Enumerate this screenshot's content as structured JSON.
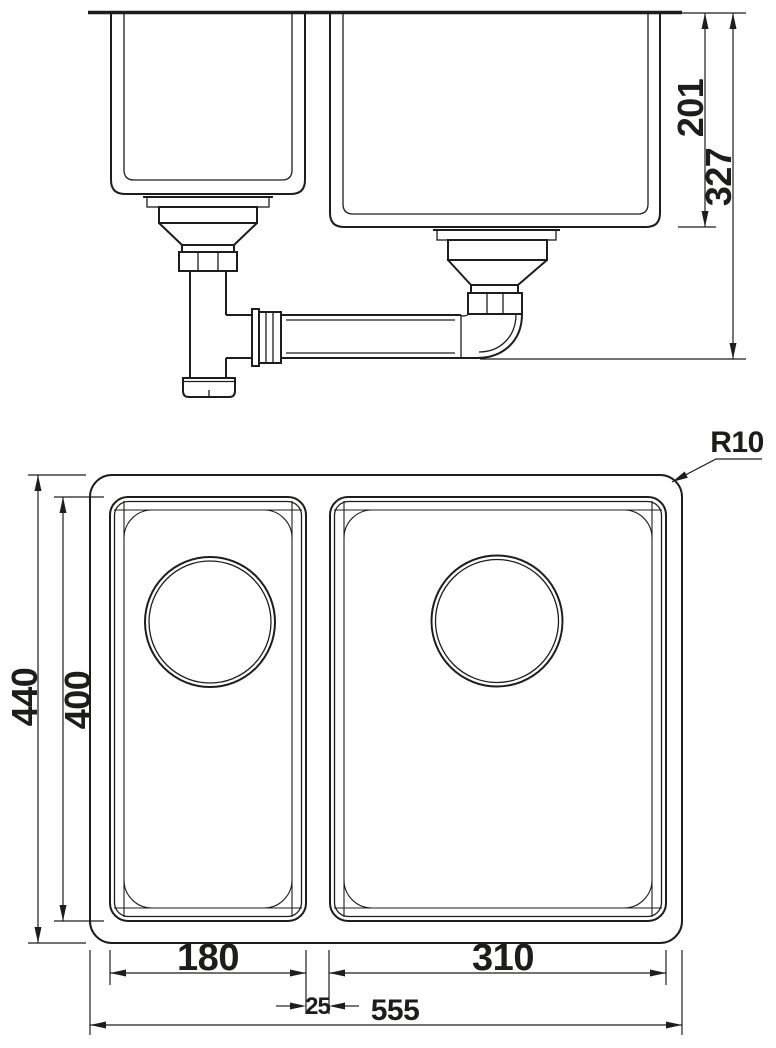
{
  "colors": {
    "background": "#ffffff",
    "line": "#1d1d1b"
  },
  "elevation": {
    "dimensions": {
      "bowl_depth": "201",
      "overall_depth": "327"
    }
  },
  "plan": {
    "dimensions": {
      "outer_length": "440",
      "bowl_length": "400",
      "small_bowl_width": "180",
      "large_bowl_width": "310",
      "divider_width": "25",
      "outer_width": "555",
      "corner_radius": "R10"
    }
  }
}
